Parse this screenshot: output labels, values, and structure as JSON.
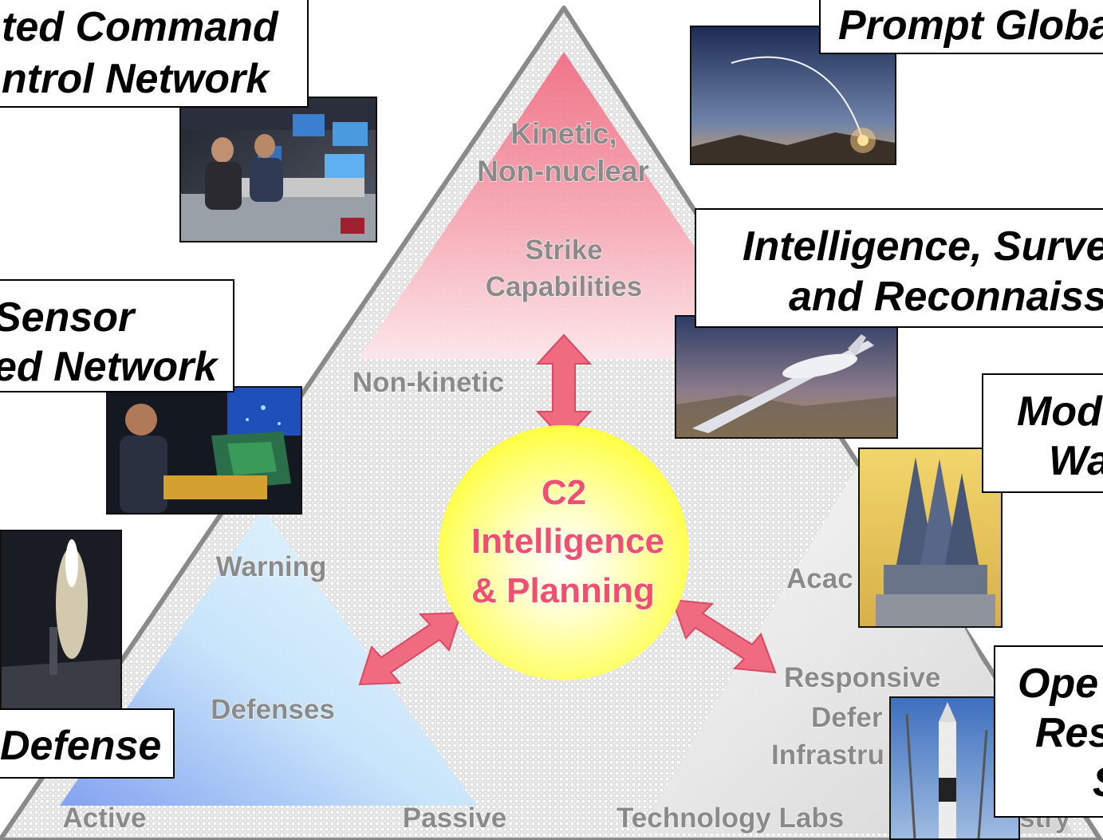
{
  "pyramid": {
    "strike": {
      "line1": "Kinetic,",
      "line2": "Non-nuclear",
      "label1": "Strike",
      "label2": "Capabilities"
    },
    "non_kinetic": "Non-kinetic",
    "center": {
      "line1": "C2",
      "line2": "Intelligence",
      "line3": "& Planning"
    },
    "defenses": {
      "warning": "Warning",
      "label": "Defenses",
      "active": "Active",
      "passive": "Passive"
    },
    "infrastructure": {
      "academia": "Acac",
      "line1": "Responsive",
      "line2": "Defer",
      "line3": "Infrastru",
      "labs": "Technology Labs",
      "industry": "stry"
    }
  },
  "callouts": {
    "command": {
      "line1": "ted Command",
      "line2": "ntrol Network"
    },
    "global_strike": {
      "line1": "Prompt Globa"
    },
    "sensor": {
      "line1": "Sensor",
      "line2": "ed Network"
    },
    "isr": {
      "line1": "Intelligence, Surve",
      "line2": "and Reconnaiss"
    },
    "modern_warheads": {
      "line1": "Mod",
      "line2": "Wa"
    },
    "missile_defense": {
      "line1": "Defense"
    },
    "operationally_responsive": {
      "line1": "Ope",
      "line2": "Res",
      "line3": "S"
    }
  },
  "photos": {
    "command_center": "command-center-photo",
    "missile_launch": "missile-launch-trail-photo",
    "sensor_operator": "sensor-operator-radar-photo",
    "uav": "global-hawk-uav-photo",
    "warheads": "reentry-vehicles-photo",
    "ship_launch": "ship-missile-launch-photo",
    "space_launch": "space-launch-vehicle-photo"
  },
  "colors": {
    "strike": "#f06a80",
    "defenses": "#8fb4f2",
    "infrastructure": "#c8c8c8",
    "center": "#ffff66",
    "arrows": "#f06a80",
    "center_text": "#f05070"
  }
}
